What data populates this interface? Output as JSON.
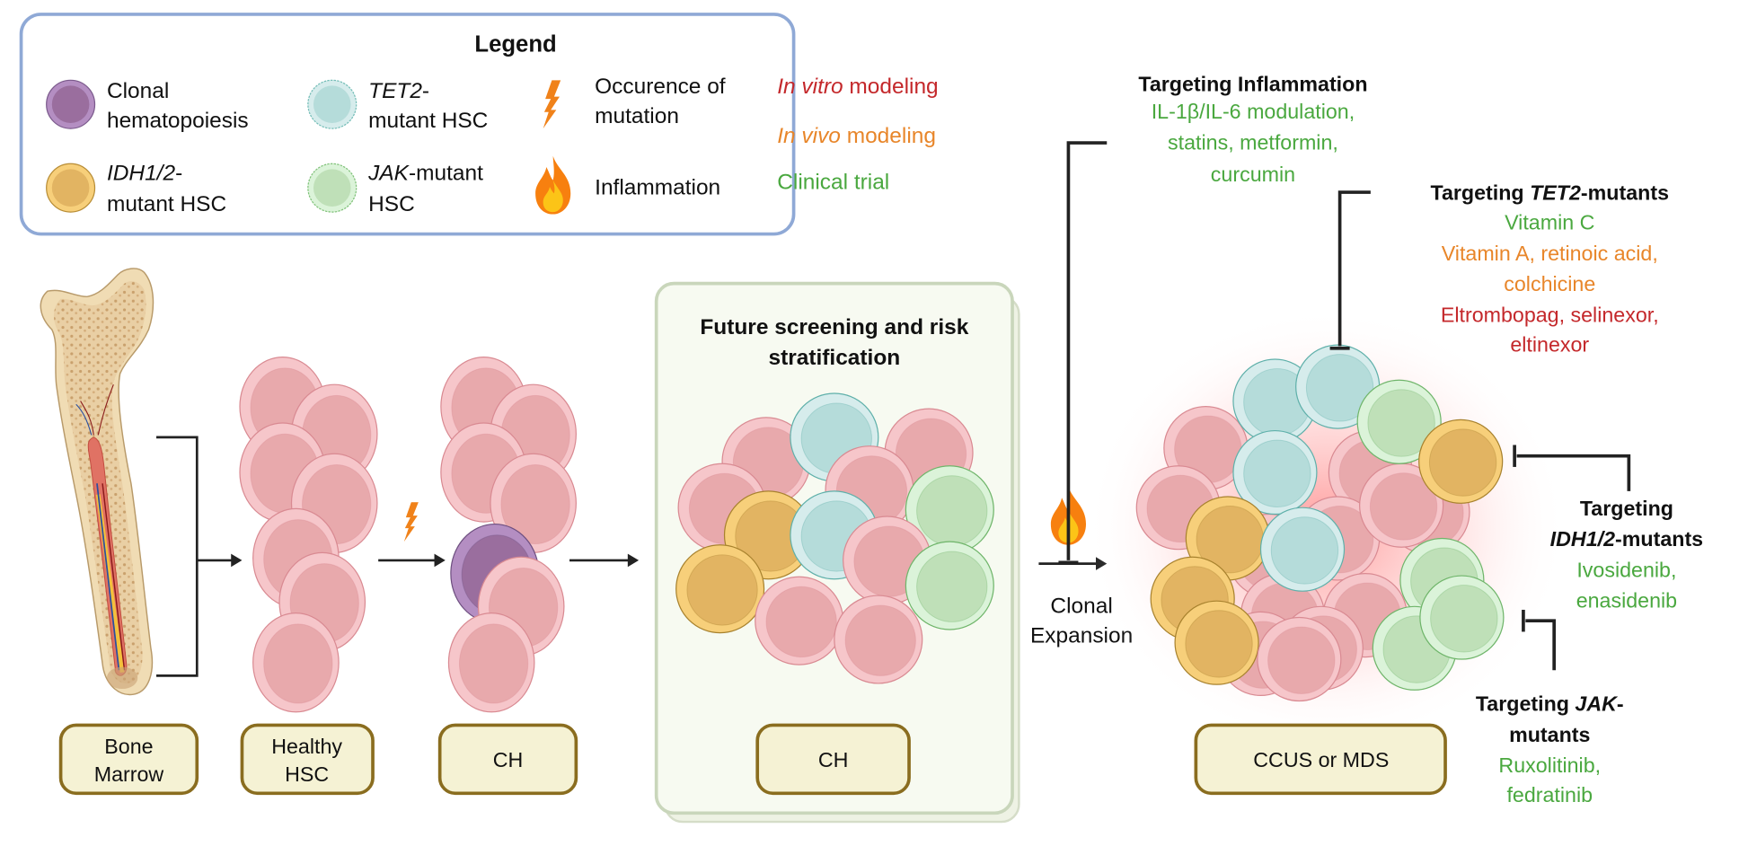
{
  "legend": {
    "title": "Legend",
    "items": [
      {
        "icon": "clonal-hematopoiesis-cell",
        "line1": "Clonal",
        "line2": "hematopoiesis"
      },
      {
        "icon": "tet2-mutant-cell",
        "line1_italic": "TET2",
        "line1": "-",
        "line2": "mutant HSC"
      },
      {
        "icon": "idh-mutant-cell",
        "line1_italic": "IDH1/2",
        "line1": "-",
        "line2": "mutant HSC"
      },
      {
        "icon": "jak-mutant-cell",
        "line1_italic": "JAK",
        "line1": "-mutant",
        "line2": "HSC"
      },
      {
        "icon": "lightning-icon",
        "line1": "Occurence of",
        "line2": "mutation"
      },
      {
        "icon": "flame-icon",
        "line1": "Inflammation"
      }
    ],
    "evidence": [
      {
        "italic": "In vitro",
        "rest": " modeling",
        "color": "#c4282b"
      },
      {
        "italic": "In vivo",
        "rest": " modeling",
        "color": "#e8862a"
      },
      {
        "italic": "",
        "rest": "Clinical trial",
        "color": "#4aa83f"
      }
    ]
  },
  "stages": {
    "bone_marrow": [
      "Bone",
      "Marrow"
    ],
    "healthy_hsc": [
      "Healthy",
      "HSC"
    ],
    "ch": "CH",
    "screening_title": [
      "Future screening and risk",
      "stratification"
    ],
    "screening_label": "CH",
    "clonal_expansion": [
      "Clonal",
      "Expansion"
    ],
    "ccus_mds": "CCUS or MDS"
  },
  "targets": {
    "inflammation": {
      "title": "Targeting Inflammation",
      "lines": [
        {
          "text": "IL-1β/IL-6 modulation,",
          "color": "#4aa83f"
        },
        {
          "text": "statins, metformin,",
          "color": "#4aa83f"
        },
        {
          "text": "curcumin",
          "color": "#4aa83f"
        }
      ]
    },
    "tet2": {
      "title_pre": "Targeting ",
      "title_italic": "TET2",
      "title_post": "-mutants",
      "lines": [
        {
          "text": "Vitamin C",
          "color": "#4aa83f"
        },
        {
          "text": "Vitamin A,  retinoic acid,",
          "color": "#e8862a"
        },
        {
          "text": "colchicine",
          "color": "#e8862a"
        },
        {
          "text": "Eltrombopag, selinexor,",
          "color": "#c4282b"
        },
        {
          "text": "eltinexor",
          "color": "#c4282b"
        }
      ]
    },
    "idh": {
      "title_line1": "Targeting",
      "title_italic": "IDH1/2",
      "title_post": "-mutants",
      "lines": [
        {
          "text": "Ivosidenib,",
          "color": "#4aa83f"
        },
        {
          "text": "enasidenib",
          "color": "#4aa83f"
        }
      ]
    },
    "jak": {
      "title_pre": "Targeting ",
      "title_italic": "JAK",
      "title_post": "-",
      "title_line2": "mutants",
      "lines": [
        {
          "text": "Ruxolitinib,",
          "color": "#4aa83f"
        },
        {
          "text": "fedratinib",
          "color": "#4aa83f"
        }
      ]
    }
  },
  "colors": {
    "legend_border": "#8fa9d6",
    "label_fill": "#f5f2d4",
    "label_border": "#8a6d1f",
    "panel_fill": "#f7faf1",
    "panel_border": "#c9d6bb",
    "in_vitro": "#c4282b",
    "in_vivo": "#e8862a",
    "clinical": "#4aa83f"
  }
}
